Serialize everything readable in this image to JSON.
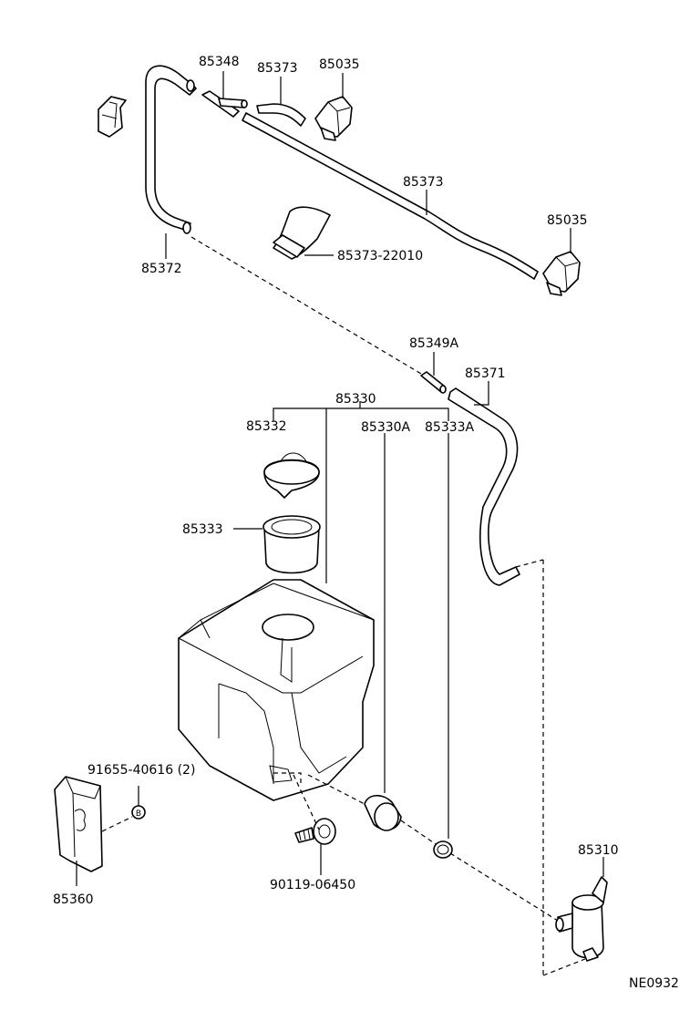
{
  "diagram": {
    "labels": {
      "p85348": "85348",
      "p85373_top": "85373",
      "p85035_top": "85035",
      "p85373_mid": "85373",
      "p85035_right": "85035",
      "p85372": "85372",
      "p85373_22010": "85373-22010",
      "p85349A": "85349A",
      "p85371": "85371",
      "p85330": "85330",
      "p85332": "85332",
      "p85330A": "85330A",
      "p85333A": "85333A",
      "p85333": "85333",
      "p91655": "91655-40616 (2)",
      "p85360": "85360",
      "p90119": "90119-06450",
      "p85310": "85310",
      "ref_code": "NE0932",
      "nut_mark": "B"
    }
  }
}
